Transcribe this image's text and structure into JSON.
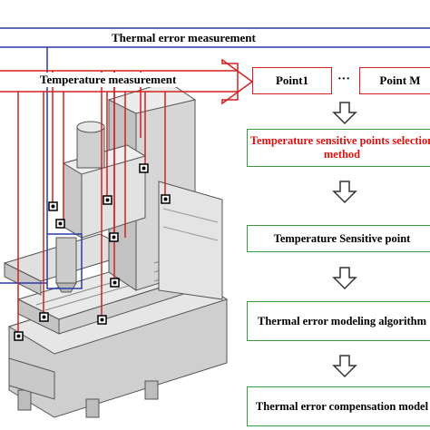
{
  "title": "Thermal error measurement",
  "temperature_label": "Temperature measurement",
  "points": {
    "first": "Point1",
    "ellipsis": "···",
    "last": "Point M"
  },
  "steps": [
    {
      "text": "Temperature sensitive points selection method",
      "highlight": true
    },
    {
      "text": "Temperature Sensitive point",
      "highlight": false
    },
    {
      "text": "Thermal error modeling algorithm",
      "highlight": false
    },
    {
      "text": "Thermal error compensation model",
      "highlight": false
    }
  ],
  "colors": {
    "blue": "#2b3aa8",
    "red": "#d42020",
    "green": "#3a9a3a",
    "machine_fill": "#d9d9d9",
    "machine_stroke": "#555555"
  }
}
